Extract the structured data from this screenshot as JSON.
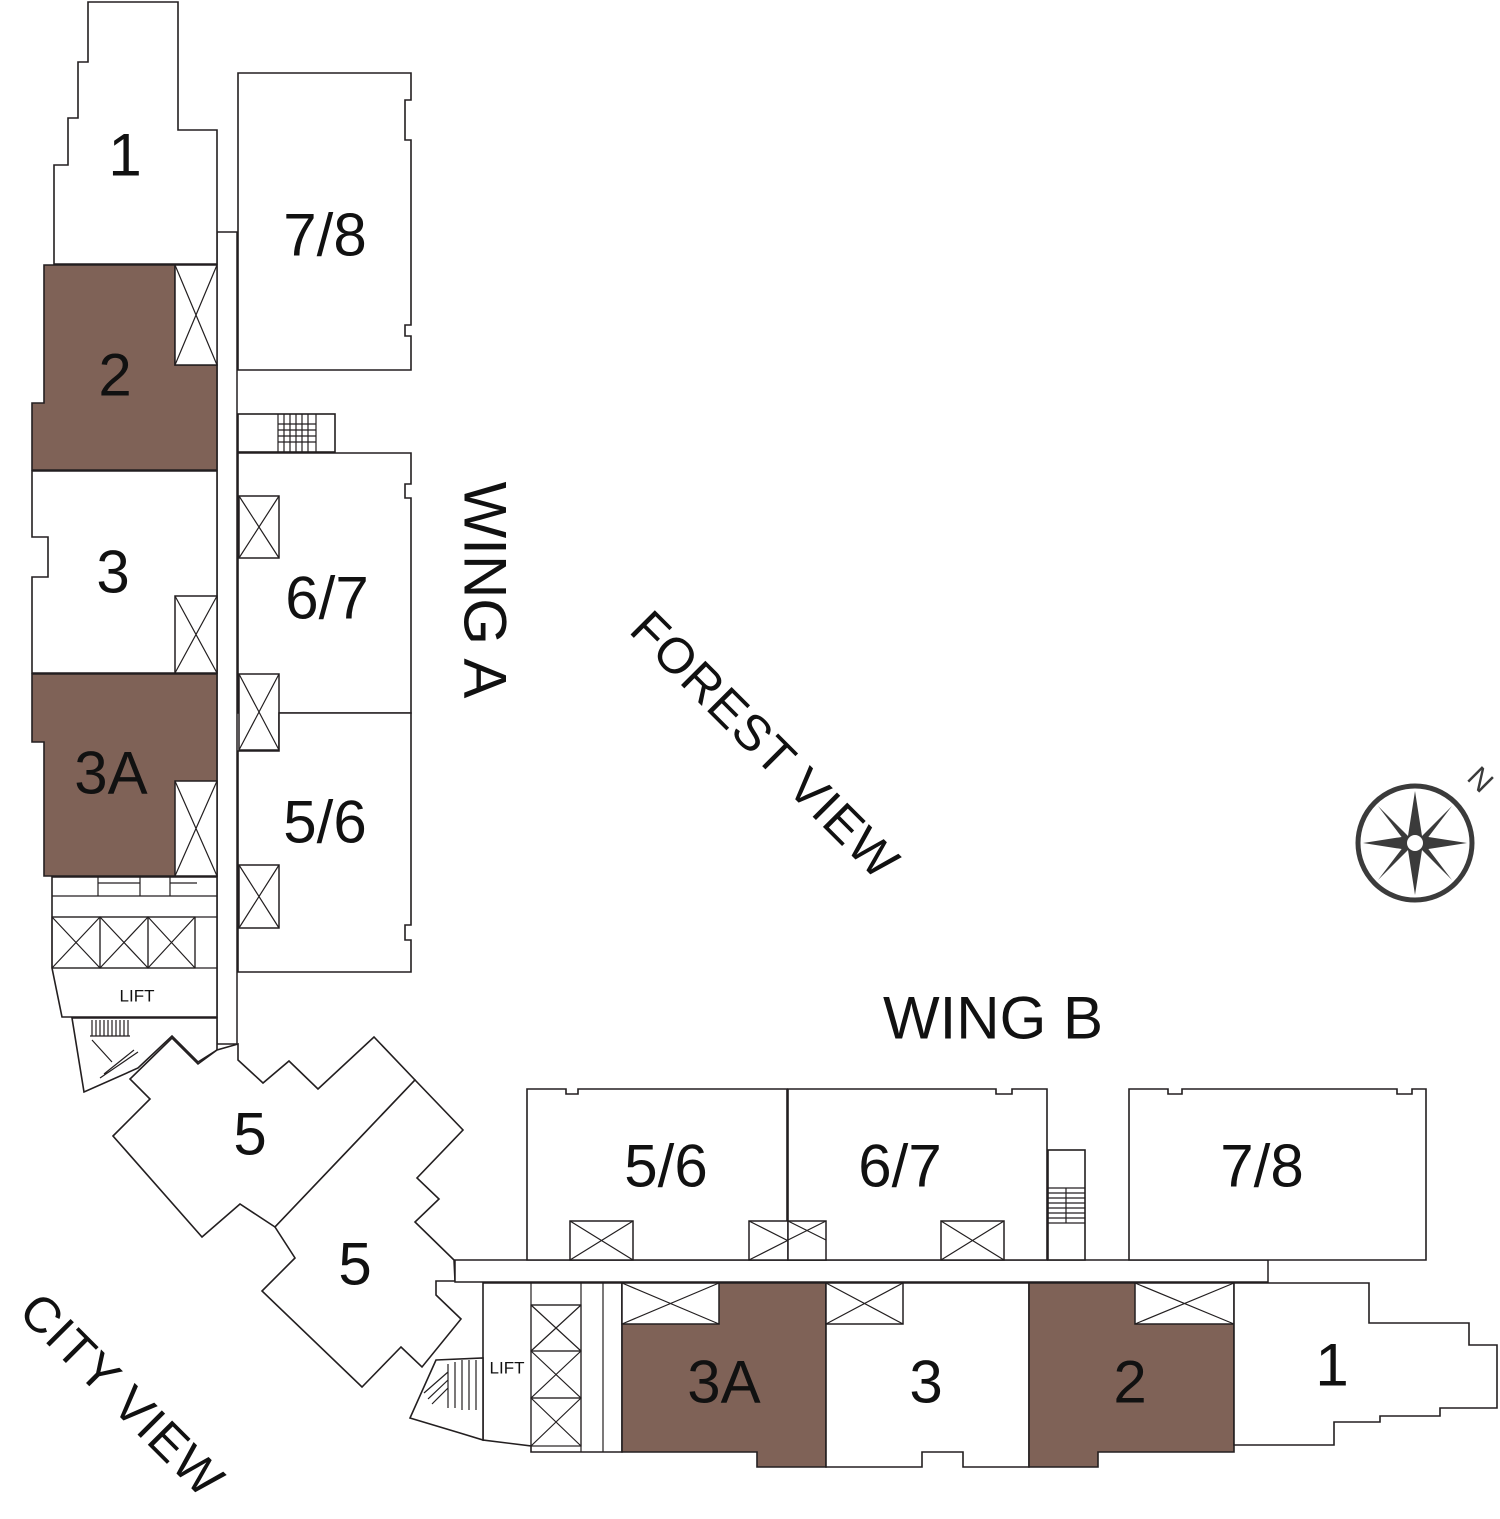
{
  "colors": {
    "highlight": "#7f6257",
    "outline": "#231f20",
    "background": "#ffffff"
  },
  "wings": {
    "a": "WING A",
    "b": "WING B"
  },
  "views": {
    "forest": "FOREST VIEW",
    "city": "CITY VIEW"
  },
  "lifts": {
    "a": "LIFT",
    "b": "LIFT"
  },
  "compass": {
    "north": "N",
    "icon": "compass-icon"
  },
  "wing_a_units": [
    {
      "label": "1",
      "highlighted": false
    },
    {
      "label": "2",
      "highlighted": true
    },
    {
      "label": "3",
      "highlighted": false
    },
    {
      "label": "3A",
      "highlighted": true
    },
    {
      "label": "7/8",
      "highlighted": false
    },
    {
      "label": "6/7",
      "highlighted": false
    },
    {
      "label": "5/6",
      "highlighted": false
    }
  ],
  "corner_units": [
    {
      "label": "5",
      "highlighted": false
    },
    {
      "label": "5",
      "highlighted": false
    }
  ],
  "wing_b_units": [
    {
      "label": "5/6",
      "highlighted": false
    },
    {
      "label": "6/7",
      "highlighted": false
    },
    {
      "label": "7/8",
      "highlighted": false
    },
    {
      "label": "3A",
      "highlighted": true
    },
    {
      "label": "3",
      "highlighted": false
    },
    {
      "label": "2",
      "highlighted": true
    },
    {
      "label": "1",
      "highlighted": false
    }
  ]
}
